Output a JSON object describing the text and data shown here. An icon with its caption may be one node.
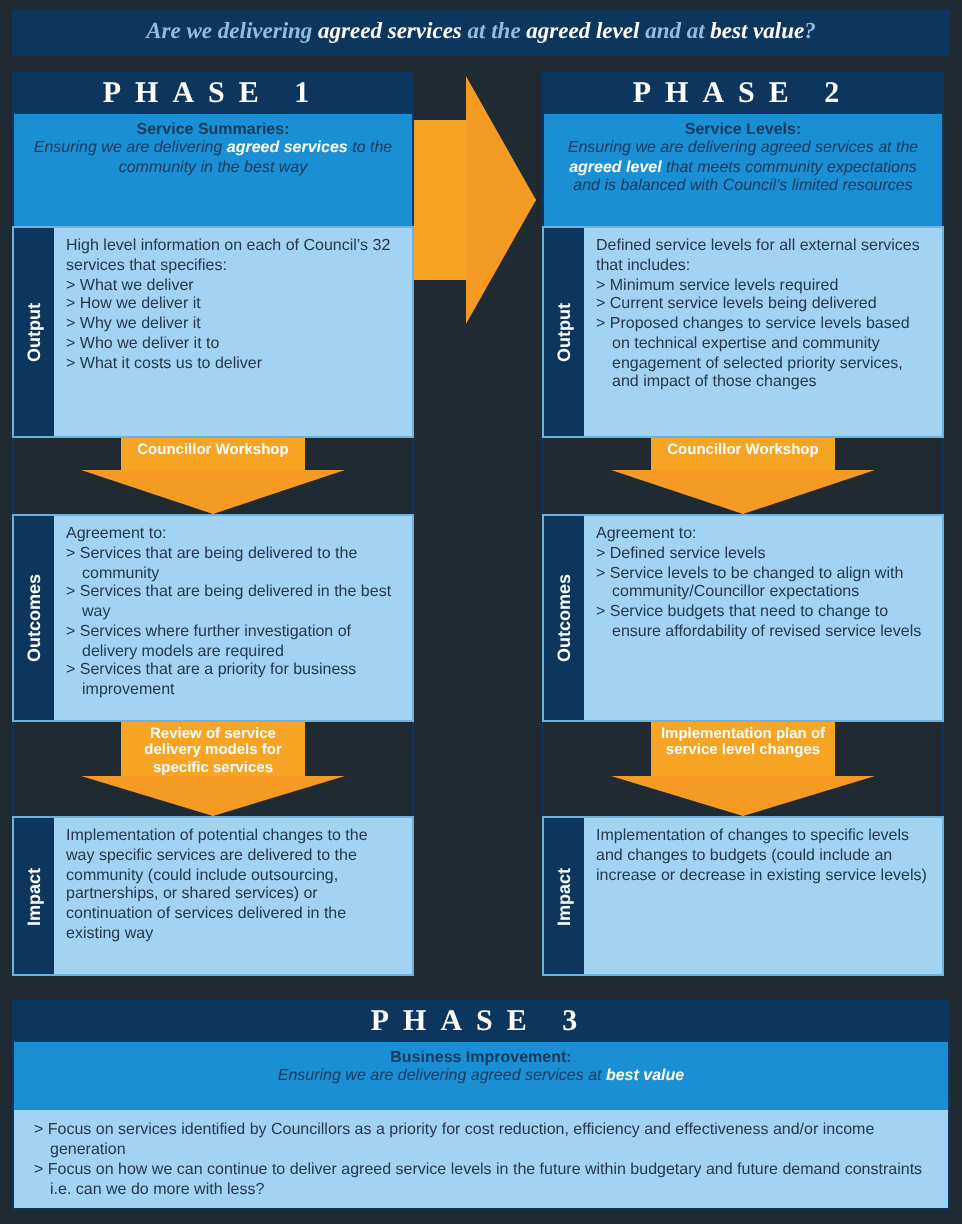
{
  "diagram": {
    "title": "Are we delivering **agreed services** at the **agreed level** and at **best value**?",
    "nodes": [
      {
        "text": [
          "PHASE 1",
          "Service Summaries:",
          "Ensuring we are delivering **agreed services** to the community in the best way"
        ]
      },
      {
        "text": [
          "Output",
          "High level information on each of Council’s 32 services that specifies:",
          "> What we deliver",
          "> How we deliver it",
          "> Why we deliver it",
          "> Who we deliver it to",
          "> What it costs us to deliver"
        ],
        "in": 0
      },
      {
        "text": [
          "Outcomes",
          "Agreement to:",
          "> Services that are being delivered to the community",
          "> Services that are being delivered in the best way",
          "> Services where further investigation of delivery models are required",
          "> Services that are a priority for business improvement"
        ],
        "in": 0
      },
      {
        "text": [
          "Impact",
          "Implementation of potential changes to the way specific services are delivered to the community (could include outsourcing, partnerships, or shared services) or continuation of services delivered in the existing way"
        ],
        "in": 0
      },
      {
        "text": [
          "PHASE 2",
          "Service Levels:",
          "Ensuring we are delivering agreed services at the **agreed level** that meets community expectations and is balanced with Council’s limited resources"
        ]
      },
      {
        "text": [
          "Output",
          "Defined service levels for all external services that includes:",
          "> Minimum service levels required",
          "> Current service levels being delivered",
          "> Proposed changes to service levels based on technical expertise and community engagement of selected priority services, and impact of those changes"
        ],
        "in": 4
      },
      {
        "text": [
          "Outcomes",
          "Agreement to:",
          "> Defined service levels",
          "> Service levels to be changed to align with community/Councillor expectations",
          "> Service budgets that need to change to ensure affordability of revised service levels"
        ],
        "in": 4
      },
      {
        "text": [
          "Impact",
          "Implementation of changes to specific levels and changes to budgets (could include an increase or decrease in existing service levels)"
        ],
        "in": 4
      },
      {
        "text": [
          "PHASE 3",
          "Business Improvement:",
          "Ensuring we are delivering agreed services at **best value**",
          "> Focus on services identified by Councillors as a priority for cost reduction, efficiency and effectiveness and/or income generation",
          "> Focus on how we can continue to deliver agreed service levels in the future within budgetary and future demand constraints i.e. can we do more with less?"
        ]
      }
    ],
    "edges": [
      {
        "from": 0,
        "to": 4,
        "arrow": "to"
      },
      {
        "from": 1,
        "to": 2,
        "arrow": "to",
        "label": "Councillor Workshop"
      },
      {
        "from": 2,
        "to": 3,
        "arrow": "to",
        "label": "Review of service delivery models for specific services"
      },
      {
        "from": 5,
        "to": 6,
        "arrow": "to",
        "label": "Councillor Workshop"
      },
      {
        "from": 6,
        "to": 7,
        "arrow": "to",
        "label": "Implementation plan of service level changes"
      }
    ]
  }
}
